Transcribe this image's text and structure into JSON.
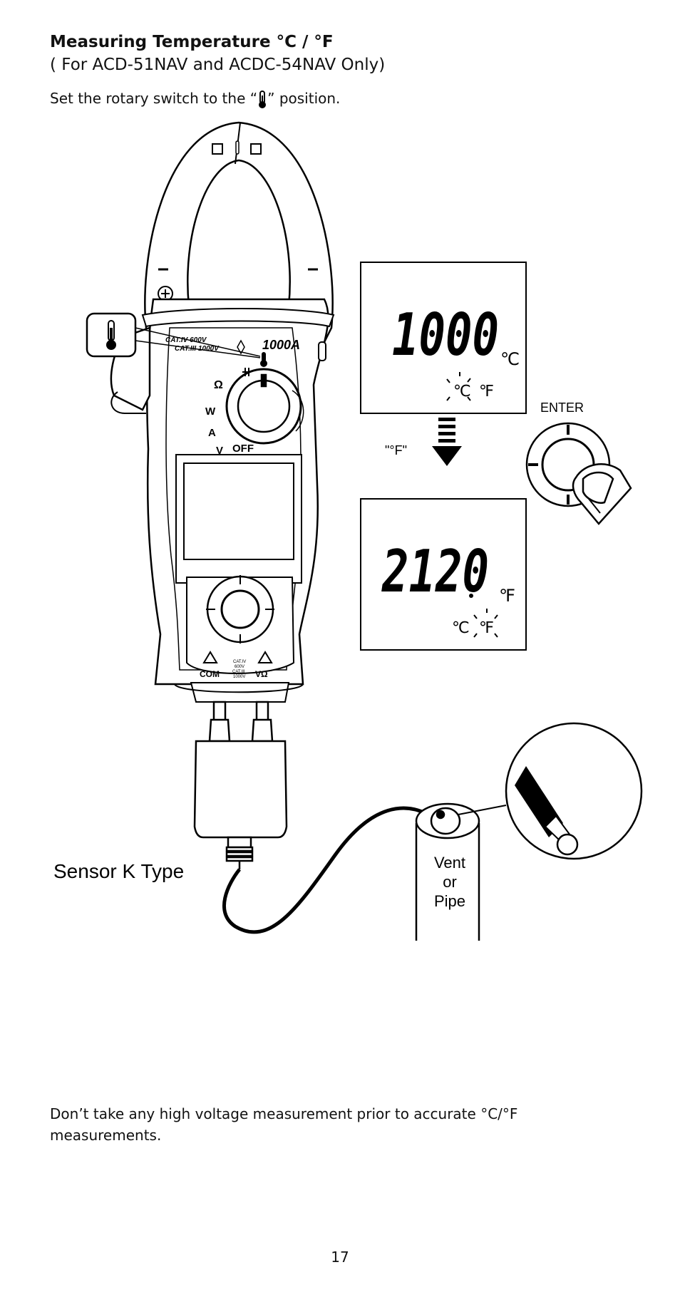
{
  "heading": {
    "title": "Measuring Temperature °C / °F",
    "subtitle": "( For ACD-51NAV and ACDC-54NAV Only)"
  },
  "instruction": {
    "before": "Set the rotary switch to the “",
    "icon": "thermometer-icon",
    "after": "” position."
  },
  "meter": {
    "cat_top": "CAT.IV 600V",
    "cat_bottom": "CAT.III 1000V",
    "rating": "1000A",
    "dial_labels": [
      "Ω",
      "W",
      "A",
      "V",
      "OFF"
    ],
    "jack_com": "COM",
    "jack_voh": "VΩ",
    "jack_cat": [
      "CAT.IV",
      "600V",
      "CAT.III",
      "1000V"
    ]
  },
  "display_top": {
    "reading": "1000",
    "unit": "℃",
    "ind_c": "℃",
    "ind_f": "℉"
  },
  "display_bottom": {
    "reading": "2120",
    "unit": "℉",
    "ind_c": "℃",
    "ind_f": "℉"
  },
  "labels": {
    "enter": "ENTER",
    "f_label": "\"°F\"",
    "sensor": "Sensor K Type",
    "vent_1": "Vent",
    "vent_2": "or",
    "vent_3": "Pipe"
  },
  "note": "Don’t take any high voltage measurement prior to accurate °C/°F measurements.",
  "page_number": "17"
}
